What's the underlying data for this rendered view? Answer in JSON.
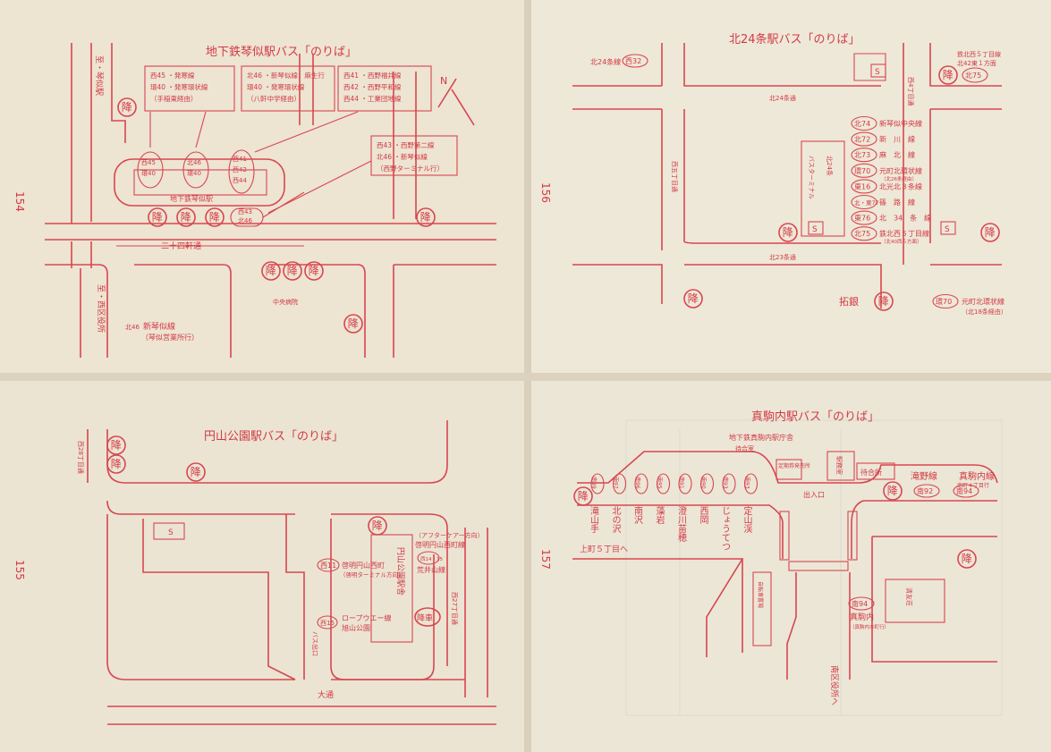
{
  "colors": {
    "ink": "#d8464f",
    "paper": "#efe7d6",
    "ghost": "#bcc4c8"
  },
  "icons": {
    "alight": "circle-kou-icon",
    "stop": "oval-route-icon",
    "stop_square": "s-box-icon",
    "north": "north-arrow-icon"
  },
  "pages": [
    {
      "page_number": "154",
      "title": "地下鉄琴似駅バス「のりば」",
      "north_label": "N",
      "alight": "降",
      "street_labels": [
        "至・琴似駅",
        "二十四軒通",
        "至・西区役所",
        "地下鉄琴似駅",
        "中央病院"
      ],
      "route_boxes": [
        {
          "lines": [
            "西45 ・発寒線",
            "環40 ・発寒環状線",
            "（手稲東経由）"
          ]
        },
        {
          "lines": [
            "北46 ・新琴似線：麻生行",
            "環40 ・発寒環状線",
            "（八軒中学経由）"
          ]
        },
        {
          "lines": [
            "西41 ・西野福井線",
            "西42 ・西野平和線",
            "西44 ・工業団地線"
          ]
        },
        {
          "lines": [
            "西43 ・西野第二線",
            "北46 ・新琴似線",
            "（西野ターミナル行）"
          ]
        }
      ],
      "stop_codes": [
        "西45",
        "環40",
        "北46",
        "環40",
        "西41",
        "西42",
        "西44",
        "西43",
        "北46"
      ],
      "bottom_note": {
        "code": "北46",
        "line": "新琴似線",
        "sub": "（琴似営業所行）"
      }
    },
    {
      "page_number": "156",
      "title": "北24条駅バス「のりば」",
      "alight": "降",
      "street_labels": [
        "北24条通",
        "北23条通",
        "西五丁目通",
        "西4丁目通",
        "拓銀",
        "バスターミナル",
        "北24条"
      ],
      "corner_stop": {
        "code": "西32",
        "label": "北24条線"
      },
      "top_right": {
        "code": "北75",
        "lines": [
          "鉄北西５丁目線",
          "北42東１方面"
        ]
      },
      "routes": [
        {
          "code": "北74",
          "name": "新琴似中央線"
        },
        {
          "code": "北72",
          "name": "新　川　線"
        },
        {
          "code": "北73",
          "name": "麻　北　線"
        },
        {
          "code": "環70",
          "name": "元町北環状線",
          "sub": "（北26条経由）"
        },
        {
          "code": "東16",
          "name": "北光北３条線"
        },
        {
          "code": "北・東77",
          "name": "篠　路　線"
        },
        {
          "code": "東76",
          "name": "北　34　条　線"
        },
        {
          "code": "北75",
          "name": "鉄北西５丁目線",
          "sub": "（北40西５方面）"
        }
      ],
      "bottom_right": {
        "code": "環70",
        "name": "元町北環状線",
        "sub": "（北18条経由）"
      }
    },
    {
      "page_number": "155",
      "title": "円山公園駅バス「のりば」",
      "alight": "降",
      "alight_car": "降車",
      "street_labels": [
        "西28丁目通",
        "西27丁目通",
        "大通",
        "バス出口",
        "円山公園駅舎"
      ],
      "routes": [
        {
          "code": "西11",
          "name": "啓明円山西町",
          "sub": "（啓明ターミナル方向）"
        },
        {
          "code": "西14・15",
          "name": "啓明円山西町線",
          "sub": "（アフターケアー方向）"
        },
        {
          "code": "",
          "name": "荒井山線"
        },
        {
          "code": "西15",
          "name": "ロープウエー線",
          "sub": "旭山公園"
        }
      ]
    },
    {
      "page_number": "157",
      "title": "真駒内駅バス「のりば」",
      "alight": "降",
      "street_labels": [
        "地下鉄真駒内駅庁舎",
        "待合室",
        "定期券発売所",
        "駅務室",
        "待合所",
        "出入口",
        "自転車置場",
        "上町５丁目へ",
        "南区役所へ"
      ],
      "stop_codes": [
        "南99",
        "南97",
        "南96",
        "南95",
        "南91",
        "南90",
        "南93",
        "南93"
      ],
      "stop_names": [
        "滝山手",
        "北の沢",
        "南沢",
        "藻岩",
        "澄川苗穂",
        "西岡",
        "じょうてつ",
        "定山渓"
      ],
      "right_routes": [
        {
          "code": "南92",
          "name": "滝野線"
        },
        {
          "code": "南94",
          "name": "真駒内線",
          "sub": "南町４丁目行"
        }
      ],
      "lower_route": {
        "code": "南94",
        "name": "真駒内",
        "sub": "（真駒内本町行）"
      },
      "park_label": "清友荘"
    }
  ]
}
